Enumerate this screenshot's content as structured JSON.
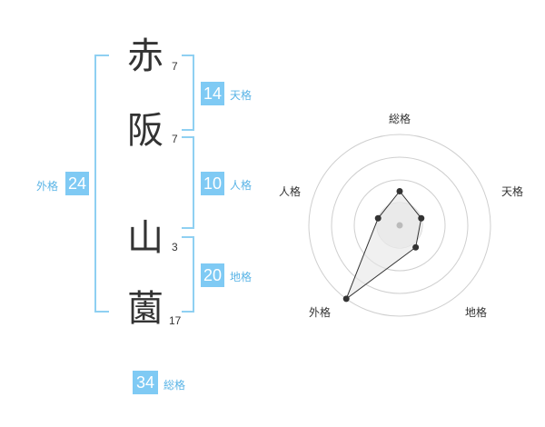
{
  "name": {
    "chars": [
      "赤",
      "阪",
      "山",
      "薗"
    ],
    "strokes": [
      "7",
      "7",
      "3",
      "17"
    ]
  },
  "fortune": {
    "tenkaku": {
      "value": "14",
      "label": "天格"
    },
    "jinkaku": {
      "value": "10",
      "label": "人格"
    },
    "chikaku": {
      "value": "20",
      "label": "地格"
    },
    "gaikaku": {
      "value": "24",
      "label": "外格"
    },
    "soukaku": {
      "value": "34",
      "label": "総格"
    }
  },
  "radar": {
    "axes": [
      "総格",
      "天格",
      "地格",
      "外格",
      "人格"
    ],
    "levels": 4,
    "values": [
      1.5,
      1.0,
      1.2,
      4.0,
      1.0
    ],
    "colors": {
      "ring": "#cfcfcf",
      "fill": "#e6e6e6",
      "line": "#333333",
      "center": "#bbbbbb"
    }
  }
}
